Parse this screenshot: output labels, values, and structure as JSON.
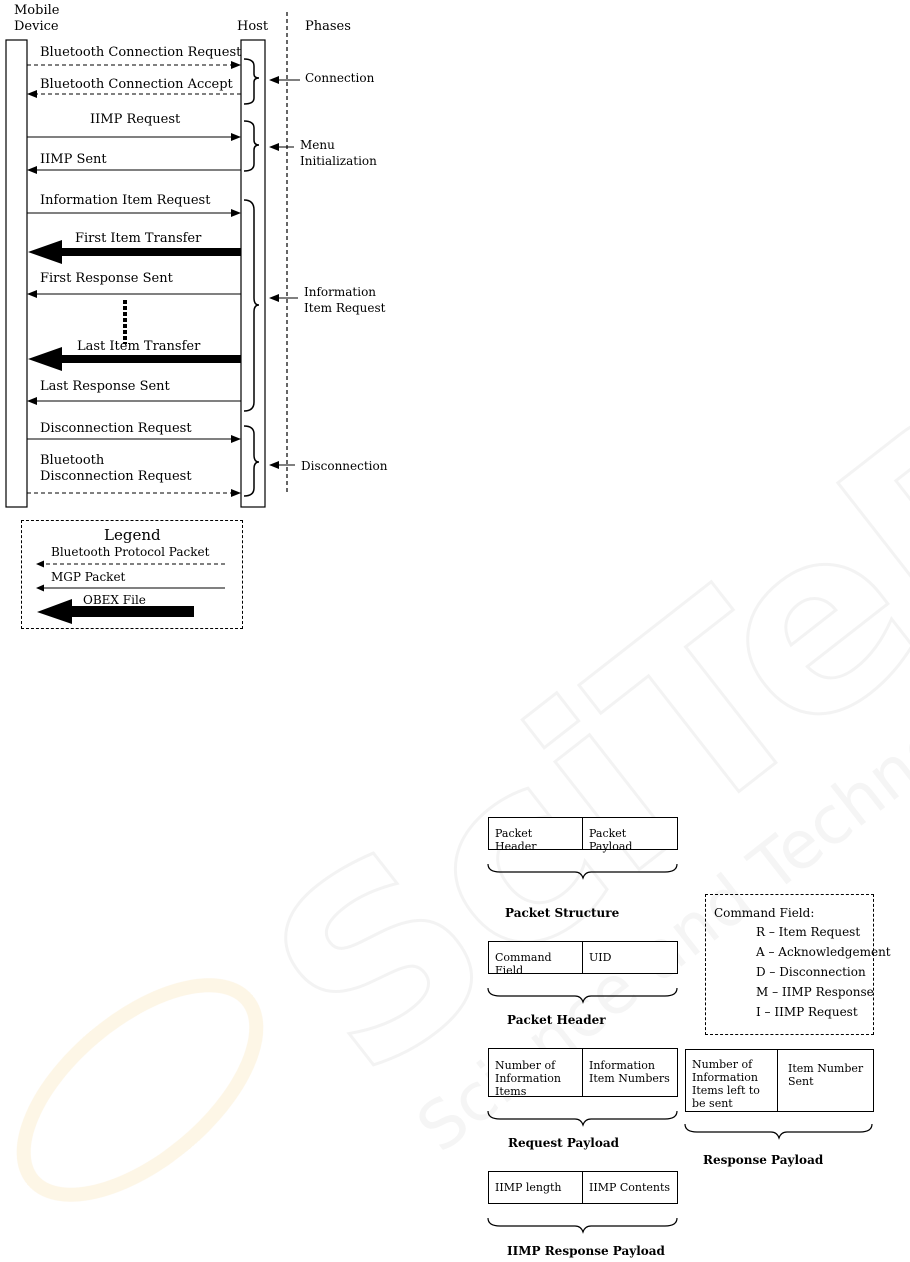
{
  "participants": {
    "mobile_device": "Mobile\nDevice",
    "host": "Host",
    "phases": "Phases"
  },
  "messages": [
    {
      "text": "Bluetooth Connection Request",
      "direction": "to-host",
      "style": "dashed"
    },
    {
      "text": "Bluetooth Connection Accept",
      "direction": "to-device",
      "style": "dashed"
    },
    {
      "text": "IIMP Request",
      "direction": "to-host",
      "style": "solid"
    },
    {
      "text": "IIMP Sent",
      "direction": "to-device",
      "style": "solid"
    },
    {
      "text": "Information Item Request",
      "direction": "to-host",
      "style": "solid"
    },
    {
      "text": "First Item Transfer",
      "direction": "to-device",
      "style": "thick"
    },
    {
      "text": "First Response Sent",
      "direction": "to-device",
      "style": "solid"
    },
    {
      "text": "Last Item Transfer",
      "direction": "to-device",
      "style": "thick"
    },
    {
      "text": "Last Response Sent",
      "direction": "to-device",
      "style": "solid"
    },
    {
      "text": "Disconnection Request",
      "direction": "to-host",
      "style": "solid"
    },
    {
      "text": "Bluetooth Disconnection Request",
      "direction": "to-host",
      "style": "dashed"
    }
  ],
  "phases": [
    {
      "label": "Connection"
    },
    {
      "label": "Menu Initialization"
    },
    {
      "label": "Information Item Request"
    },
    {
      "label": "Disconnection"
    }
  ],
  "legend": {
    "title": "Legend",
    "items": [
      {
        "label": "Bluetooth Protocol Packet",
        "style": "dashed"
      },
      {
        "label": "MGP Packet",
        "style": "solid"
      },
      {
        "label": "OBEX File",
        "style": "thick"
      }
    ]
  },
  "packet": {
    "structure": {
      "cells": [
        "Packet Header",
        "Packet Payload"
      ],
      "caption": "Packet Structure"
    },
    "header": {
      "cells": [
        "Command Field",
        "UID"
      ],
      "caption": "Packet Header"
    },
    "request": {
      "cells": [
        "Number of Information Items",
        "Information Item Numbers"
      ],
      "caption": "Request Payload"
    },
    "response": {
      "cells": [
        "Number of Information Items left to be sent",
        "Item Number Sent"
      ],
      "caption": "Response Payload"
    },
    "iimp": {
      "cells": [
        "IIMP length",
        "IIMP Contents"
      ],
      "caption": "IIMP Response Payload"
    }
  },
  "command_field": {
    "title": "Command Field:",
    "items": [
      "R – Item Request",
      "A – Acknowledgement",
      "D – Disconnection",
      "M – IIMP Response",
      "I – IIMP Request"
    ]
  },
  "watermark": "SciTePress Science and Technology Publications"
}
